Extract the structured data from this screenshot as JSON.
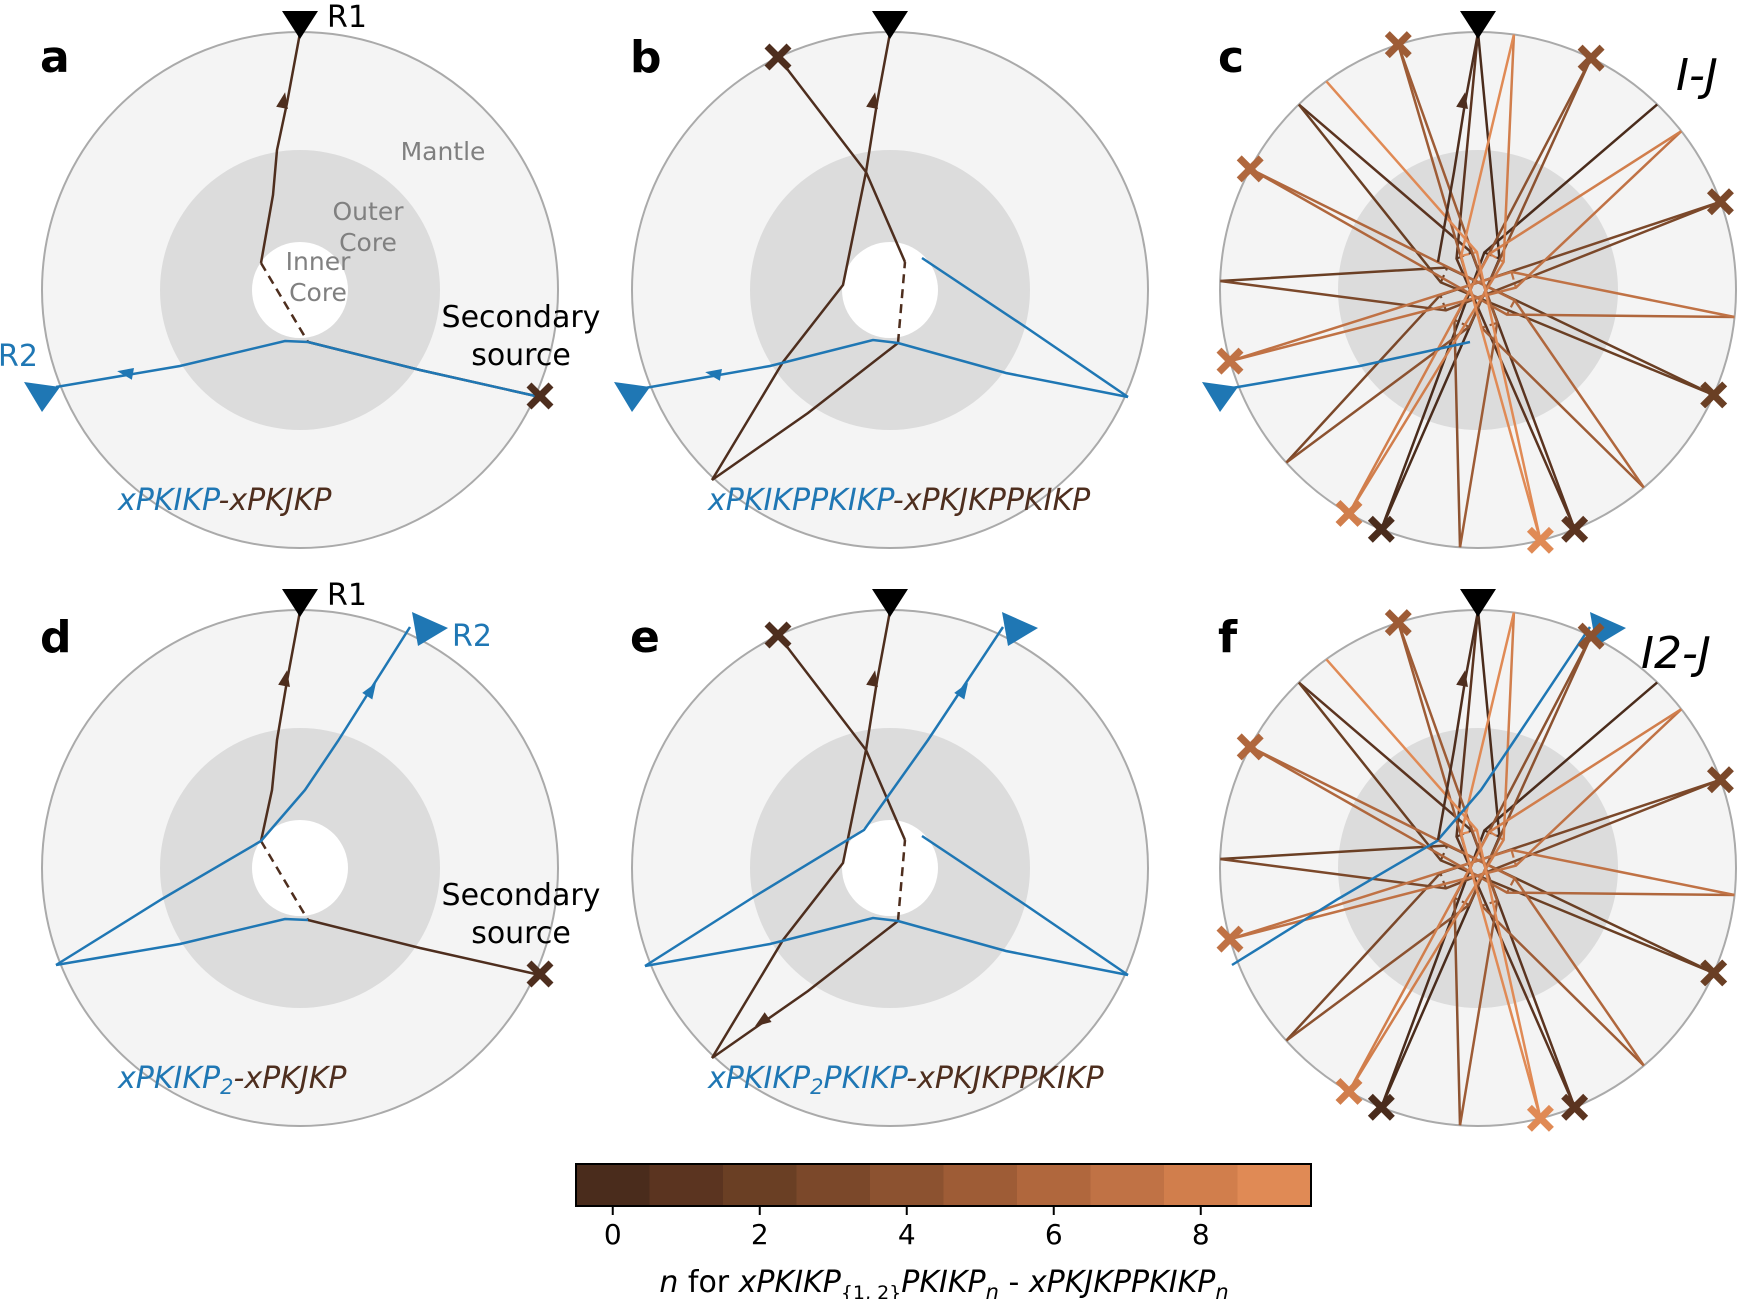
{
  "colors": {
    "blue": "#1f77b4",
    "brown_dark": "#4e2e1e",
    "mantle_fill": "#f4f4f4",
    "outer_core_fill": "#dcdcdc",
    "inner_core_fill": "#ffffff",
    "circle_stroke": "#aaaaaa",
    "colorbar": [
      "#4a2c1c",
      "#5b3420",
      "#6a3f24",
      "#7b482a",
      "#8c5230",
      "#9e5c36",
      "#b0673d",
      "#c07245",
      "#d17e4c",
      "#e08a55"
    ]
  },
  "icons": {
    "receiver": "triangle-receiver-icon",
    "source": "cross-source-icon",
    "direction": "arrow-head-icon"
  },
  "panels": {
    "a": {
      "label": "a",
      "receiver1": "R1",
      "receiver2": "R2",
      "secondary_source": [
        "Secondary",
        "source"
      ],
      "regions": {
        "mantle": "Mantle",
        "outer_core": [
          "Outer",
          "Core"
        ],
        "inner_core": [
          "Inner",
          "Core"
        ]
      },
      "phase_blue": "xPKIKP",
      "phase_sep": "-",
      "phase_brown": "xPKJKP"
    },
    "b": {
      "label": "b",
      "phase_blue": "xPKIKPPKIKP",
      "phase_sep": "-",
      "phase_brown": "xPKJKPPKIKP"
    },
    "c": {
      "label": "c",
      "title": "I-J"
    },
    "d": {
      "label": "d",
      "receiver1": "R1",
      "receiver2": "R2",
      "secondary_source": [
        "Secondary",
        "source"
      ],
      "phase_blue": "xPKIKP",
      "phase_blue_sub": "2",
      "phase_sep": "-",
      "phase_brown": "xPKJKP"
    },
    "e": {
      "label": "e",
      "phase_blue_a": "xPKIKP",
      "phase_blue_sub": "2",
      "phase_blue_b": "PKIKP",
      "phase_sep": "-",
      "phase_brown": "xPKJKPPKIKP"
    },
    "f": {
      "label": "f",
      "title": "I2-J"
    }
  },
  "colorbar": {
    "range": [
      -0.5,
      9.5
    ],
    "ticks": [
      "0",
      "2",
      "4",
      "6",
      "8"
    ],
    "label_n": "n",
    "label_for": " for ",
    "label_p1": "xPKIKP",
    "label_sub1": "{1, 2}",
    "label_p2": "PKIKP",
    "label_sub2": "n",
    "label_sep": " - ",
    "label_p3": "xPKJKPPKIKP",
    "label_sub3": "n"
  }
}
